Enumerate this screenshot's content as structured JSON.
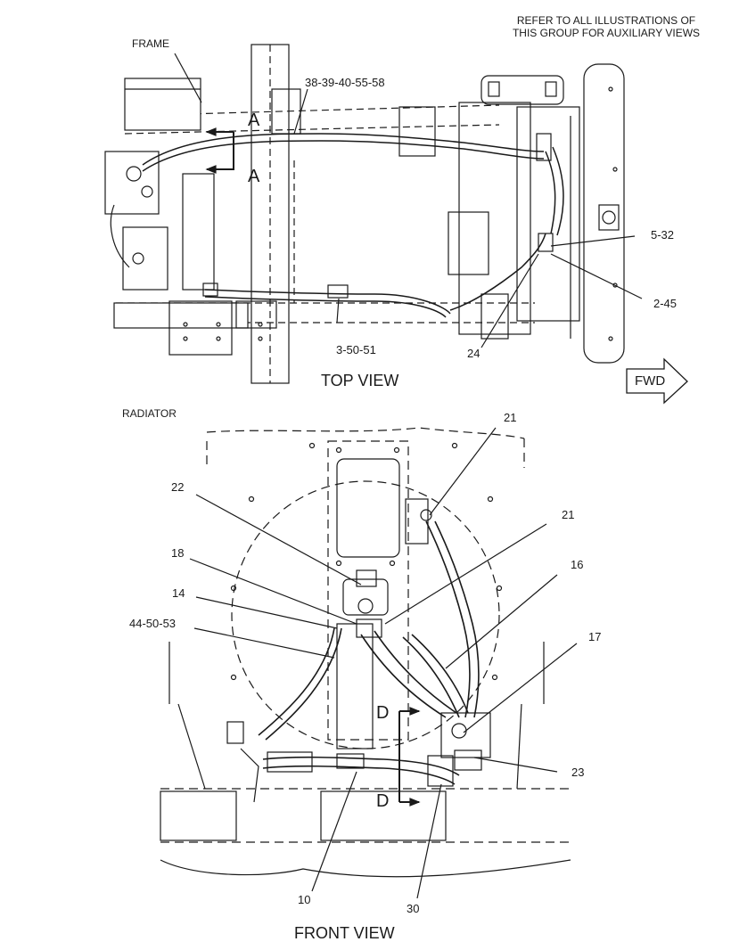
{
  "note": {
    "line1": "REFER TO ALL ILLUSTRATIONS OF",
    "line2": "THIS GROUP FOR AUXILIARY VIEWS"
  },
  "top_view": {
    "title": "TOP VIEW",
    "labels": {
      "frame": "FRAME",
      "callout_38": "38-39-40-55-58",
      "callout_5": "5-32",
      "callout_2": "2-45",
      "callout_3": "3-50-51",
      "callout_24": "24"
    },
    "section_a": "A",
    "fwd": "FWD"
  },
  "front_view": {
    "title": "FRONT VIEW",
    "labels": {
      "radiator": "RADIATOR",
      "c21a": "21",
      "c21b": "21",
      "c22": "22",
      "c18": "18",
      "c16": "16",
      "c14": "14",
      "c44": "44-50-53",
      "c17": "17",
      "c23": "23",
      "c10": "10",
      "c30": "30"
    },
    "section_d": "D"
  }
}
